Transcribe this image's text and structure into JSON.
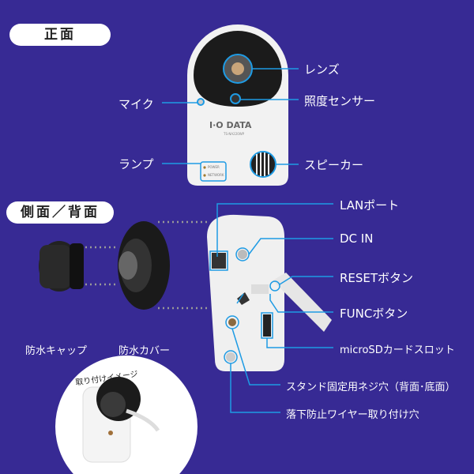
{
  "sections": {
    "front": "正面",
    "side_back": "側面／背面"
  },
  "brand": {
    "logo": "I·O DATA",
    "model": "TS-NA220WP",
    "lamp_power": "POWER",
    "lamp_network": "NETWORK"
  },
  "front_labels": {
    "lens": "レンズ",
    "light_sensor": "照度センサー",
    "speaker": "スピーカー",
    "mic": "マイク",
    "lamp": "ランプ"
  },
  "back_labels": {
    "lan": "LANポート",
    "dc": "DC IN",
    "reset": "RESETボタン",
    "func": "FUNCボタン",
    "sd": "microSDカードスロット",
    "screw": "スタンド固定用ネジ穴（背面･底面）",
    "wire": "落下防止ワイヤー取り付け穴",
    "cap": "防水キャップ",
    "cover": "防水カバー"
  },
  "mount_image": {
    "caption": "取り付けイメージ"
  },
  "colors": {
    "background": "#372a94",
    "leader": "#1e9be4"
  }
}
